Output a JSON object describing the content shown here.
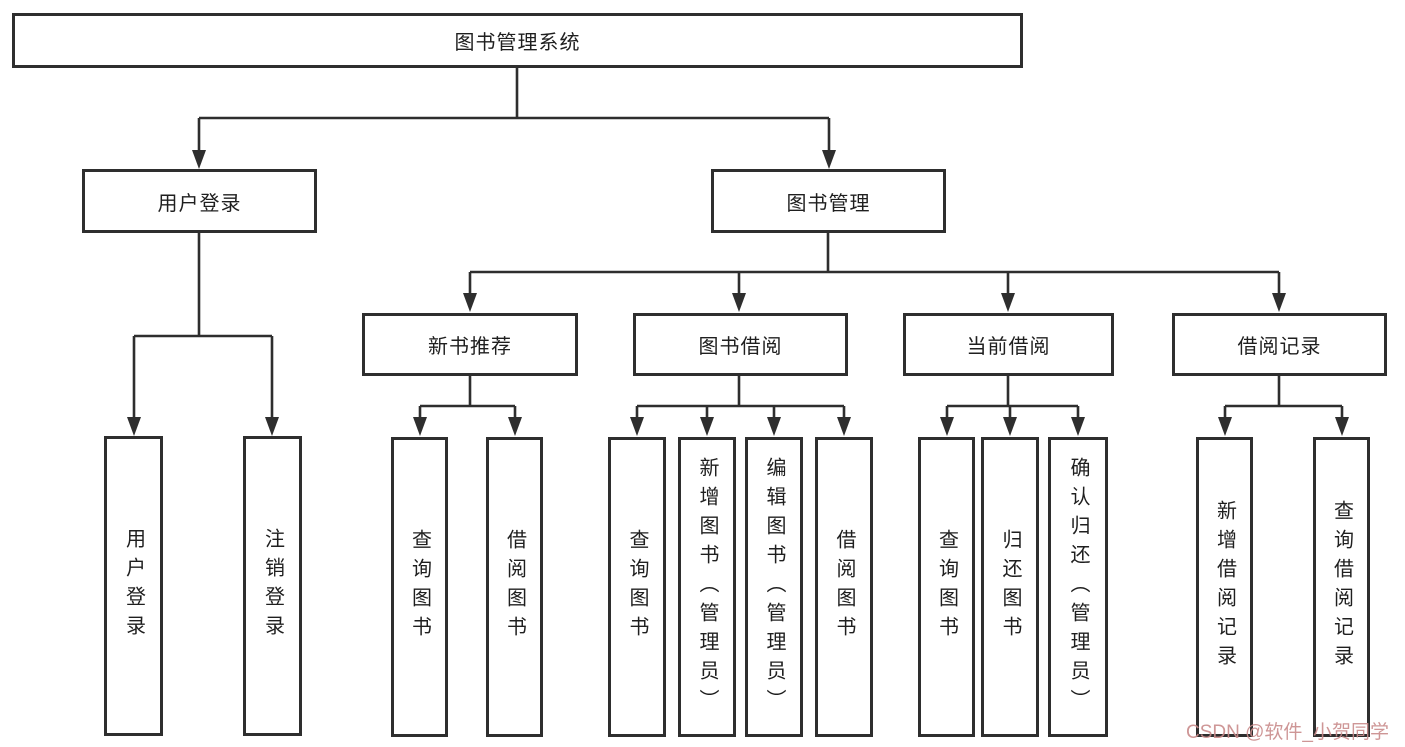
{
  "diagram": {
    "type": "tree",
    "direction": "top-down",
    "colors": {
      "line": "#2e2e2e",
      "border": "#2e2e2e",
      "text": "#1f1f1f",
      "box_background": "#ffffff",
      "page_background": "#ffffff",
      "watermark": "#c98b8b"
    },
    "structure": {
      "root": "图书管理系统",
      "children": [
        {
          "label": "用户登录",
          "children": [
            "用户登录",
            "注销登录"
          ]
        },
        {
          "label": "图书管理",
          "children": [
            {
              "label": "新书推荐",
              "children": [
                "查询图书",
                "借阅图书"
              ]
            },
            {
              "label": "图书借阅",
              "children": [
                "查询图书",
                "新增图书（管理员）",
                "编辑图书（管理员）",
                "借阅图书"
              ]
            },
            {
              "label": "当前借阅",
              "children": [
                "查询图书",
                "归还图书",
                "确认归还（管理员）"
              ]
            },
            {
              "label": "借阅记录",
              "children": [
                "新增借阅记录",
                "查询借阅记录"
              ]
            }
          ]
        }
      ]
    }
  },
  "nodes": {
    "root": "图书管理系统",
    "user_login": "用户登录",
    "book_management": "图书管理",
    "user_login_leaf": "用户登录",
    "logout_leaf": "注销登录",
    "new_book_recommend": "新书推荐",
    "book_borrowing": "图书借阅",
    "current_borrowing": "当前借阅",
    "borrowing_records": "借阅记录",
    "nb_query_books": "查询图书",
    "nb_borrow_books": "借阅图书",
    "bb_query_books": "查询图书",
    "bb_add_books_admin": "新增图书（管理员）",
    "bb_edit_books_admin": "编辑图书（管理员）",
    "bb_borrow_books": "借阅图书",
    "cb_query_books": "查询图书",
    "cb_return_books": "归还图书",
    "cb_confirm_return_admin": "确认归还（管理员）",
    "br_add_record": "新增借阅记录",
    "br_query_record": "查询借阅记录"
  },
  "watermark": {
    "text": "CSDN @软件_小贺同学"
  }
}
